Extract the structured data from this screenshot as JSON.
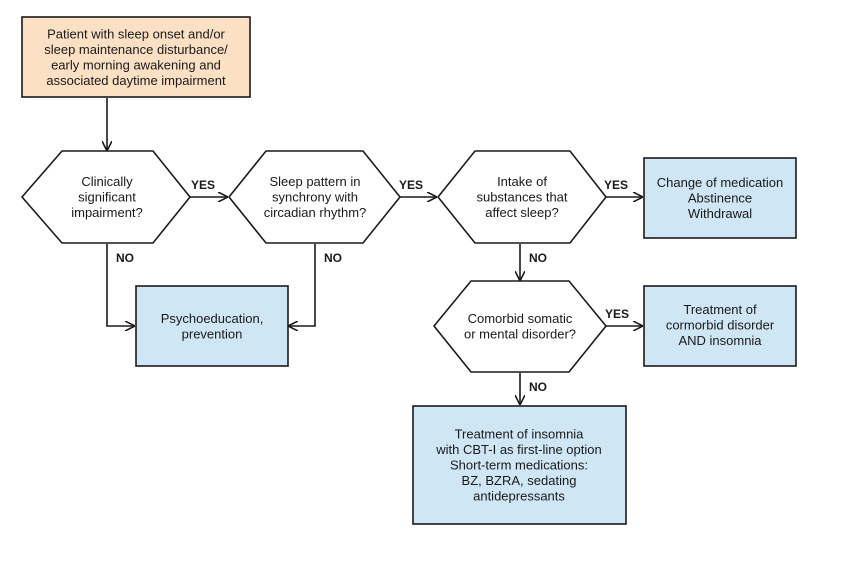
{
  "nodes": {
    "start": {
      "lines": [
        "Patient with sleep onset and/or",
        "sleep maintenance disturbance/",
        "early morning awakening and",
        "associated daytime impairment"
      ],
      "fill": "#fbe0c4"
    },
    "q_impairment": {
      "lines": [
        "Clinically",
        "significant",
        "impairment?"
      ]
    },
    "q_circadian": {
      "lines": [
        "Sleep pattern in",
        "synchrony with",
        "circadian rhythm?"
      ]
    },
    "q_substances": {
      "lines": [
        "Intake of",
        "substances that",
        "affect sleep?"
      ]
    },
    "q_comorbid": {
      "lines": [
        "Comorbid somatic",
        "or mental disorder?"
      ]
    },
    "medication_change": {
      "lines": [
        "Change of medication",
        "Abstinence",
        "Withdrawal"
      ],
      "fill": "#cfe6f5"
    },
    "psychoeducation": {
      "lines": [
        "Psychoeducation,",
        "prevention"
      ],
      "fill": "#cfe6f5"
    },
    "comorbid_treatment": {
      "lines": [
        "Treatment of",
        "cormorbid disorder",
        "AND insomnia"
      ],
      "fill": "#cfe6f5"
    },
    "insomnia_treatment": {
      "lines": [
        "Treatment of insomnia",
        "with CBT-I as first-line option",
        "Short-term medications:",
        "BZ, BZRA, sedating",
        "antidepressants"
      ],
      "fill": "#cfe6f5"
    }
  },
  "edge_labels": {
    "yes": "YES",
    "no": "NO"
  }
}
